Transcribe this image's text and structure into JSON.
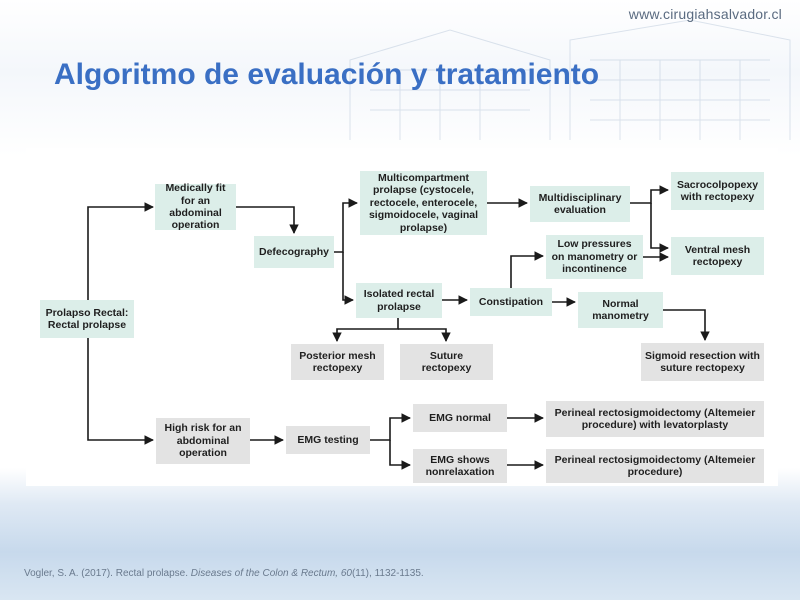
{
  "header": {
    "site_url": "www.cirugiahsalvador.cl",
    "title": "Algoritmo de evaluación y tratamiento"
  },
  "diagram": {
    "nodes": {
      "prolapso": "Prolapso Rectal: Rectal prolapse",
      "medically_fit": "Medically fit for an abdominal operation",
      "defecography": "Defecography",
      "multicompartment": "Multicompartment prolapse (cystocele, rectocele, enterocele, sigmoidocele, vaginal prolapse)",
      "multidisciplinary": "Multidisciplinary evaluation",
      "sacrocolpopexy": "Sacrocolpopexy with rectopexy",
      "ventral_mesh": "Ventral mesh rectopexy",
      "low_pressures": "Low pressures on manometry or incontinence",
      "isolated": "Isolated rectal prolapse",
      "constipation": "Constipation",
      "normal_manometry": "Normal manometry",
      "sigmoid_resection": "Sigmoid resection with suture rectopexy",
      "posterior_mesh": "Posterior mesh rectopexy",
      "suture_rectopexy": "Suture rectopexy",
      "high_risk": "High risk for an abdominal operation",
      "emg_testing": "EMG testing",
      "emg_normal": "EMG normal",
      "emg_nonrelax": "EMG shows nonrelaxation",
      "perineal_levator": "Perineal rectosigmoidectomy (Altemeier procedure) with levatorplasty",
      "perineal_plain": "Perineal rectosigmoidectomy (Altemeier procedure)"
    },
    "colors": {
      "green": "#dceee9",
      "gray": "#e3e3e3",
      "arrow": "#1a1a1a"
    }
  },
  "citation": {
    "authors": "Vogler, S. A. (2017). Rectal prolapse.",
    "journal": "Diseases of the Colon & Rectum, 60",
    "rest": "(11), 1132-1135."
  }
}
